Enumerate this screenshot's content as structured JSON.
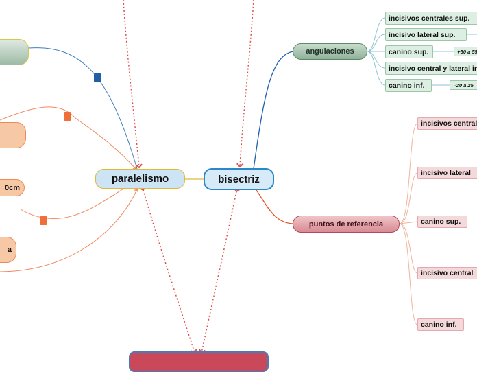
{
  "central": {
    "bisectriz": "bisectriz",
    "paralelismo": "paralelismo"
  },
  "topics": {
    "angulaciones": "angulaciones",
    "puntos": "puntos de referencia"
  },
  "angulaciones_items": [
    "incisivos centrales sup.",
    "incisivo lateral sup.",
    "canino sup.",
    "incisivo central y lateral inf.",
    "canino inf."
  ],
  "angulaciones_values": {
    "canino_sup": "+50 a 55",
    "canino_inf": "-20 a 25"
  },
  "puntos_items": [
    "incisivos centrales",
    "incisivo lateral",
    "canino sup.",
    "incisivo central",
    "canino inf."
  ],
  "left_nodes": {
    "partial_1": "0cm",
    "partial_2": "a"
  },
  "colors": {
    "blue_link": "#3d7fbe",
    "orange_link": "#f08a60",
    "dotted_link": "#e0504a",
    "marker_blue": "#1f5fa8",
    "marker_orange": "#ef6f3a"
  }
}
